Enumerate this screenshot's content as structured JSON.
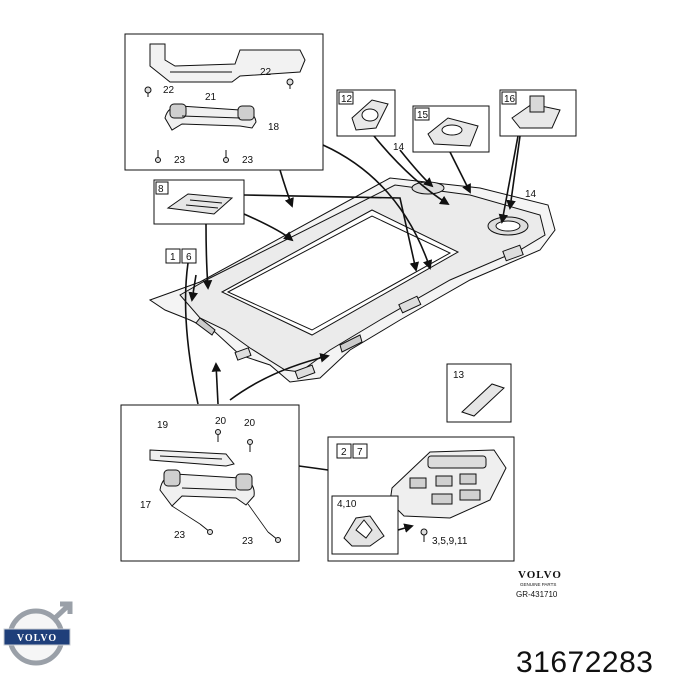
{
  "callouts": {
    "c22a": "22",
    "c22b": "22",
    "c21": "21",
    "c18": "18",
    "c23a": "23",
    "c23b": "23",
    "c12": "12",
    "c15": "15",
    "c16": "16",
    "c14a": "14",
    "c14b": "14",
    "c8": "8",
    "c1": "1",
    "c6": "6",
    "c13": "13",
    "c19": "19",
    "c20a": "20",
    "c20b": "20",
    "c17": "17",
    "c23c": "23",
    "c23d": "23",
    "c2": "2",
    "c7": "7",
    "c410": "4,10",
    "c3591": "3,5,9,11"
  },
  "brand": {
    "wordmark": "VOLVO",
    "subtitle": "GENUINE PARTS",
    "drawing_code": "GR-431710",
    "logo_text": "VOLVO"
  },
  "part_number": "31672283",
  "colors": {
    "line": "#111111",
    "fill_light": "#f2f2f2",
    "fill_mid": "#d9d9d9",
    "logo_blue": "#1f3f7a"
  }
}
